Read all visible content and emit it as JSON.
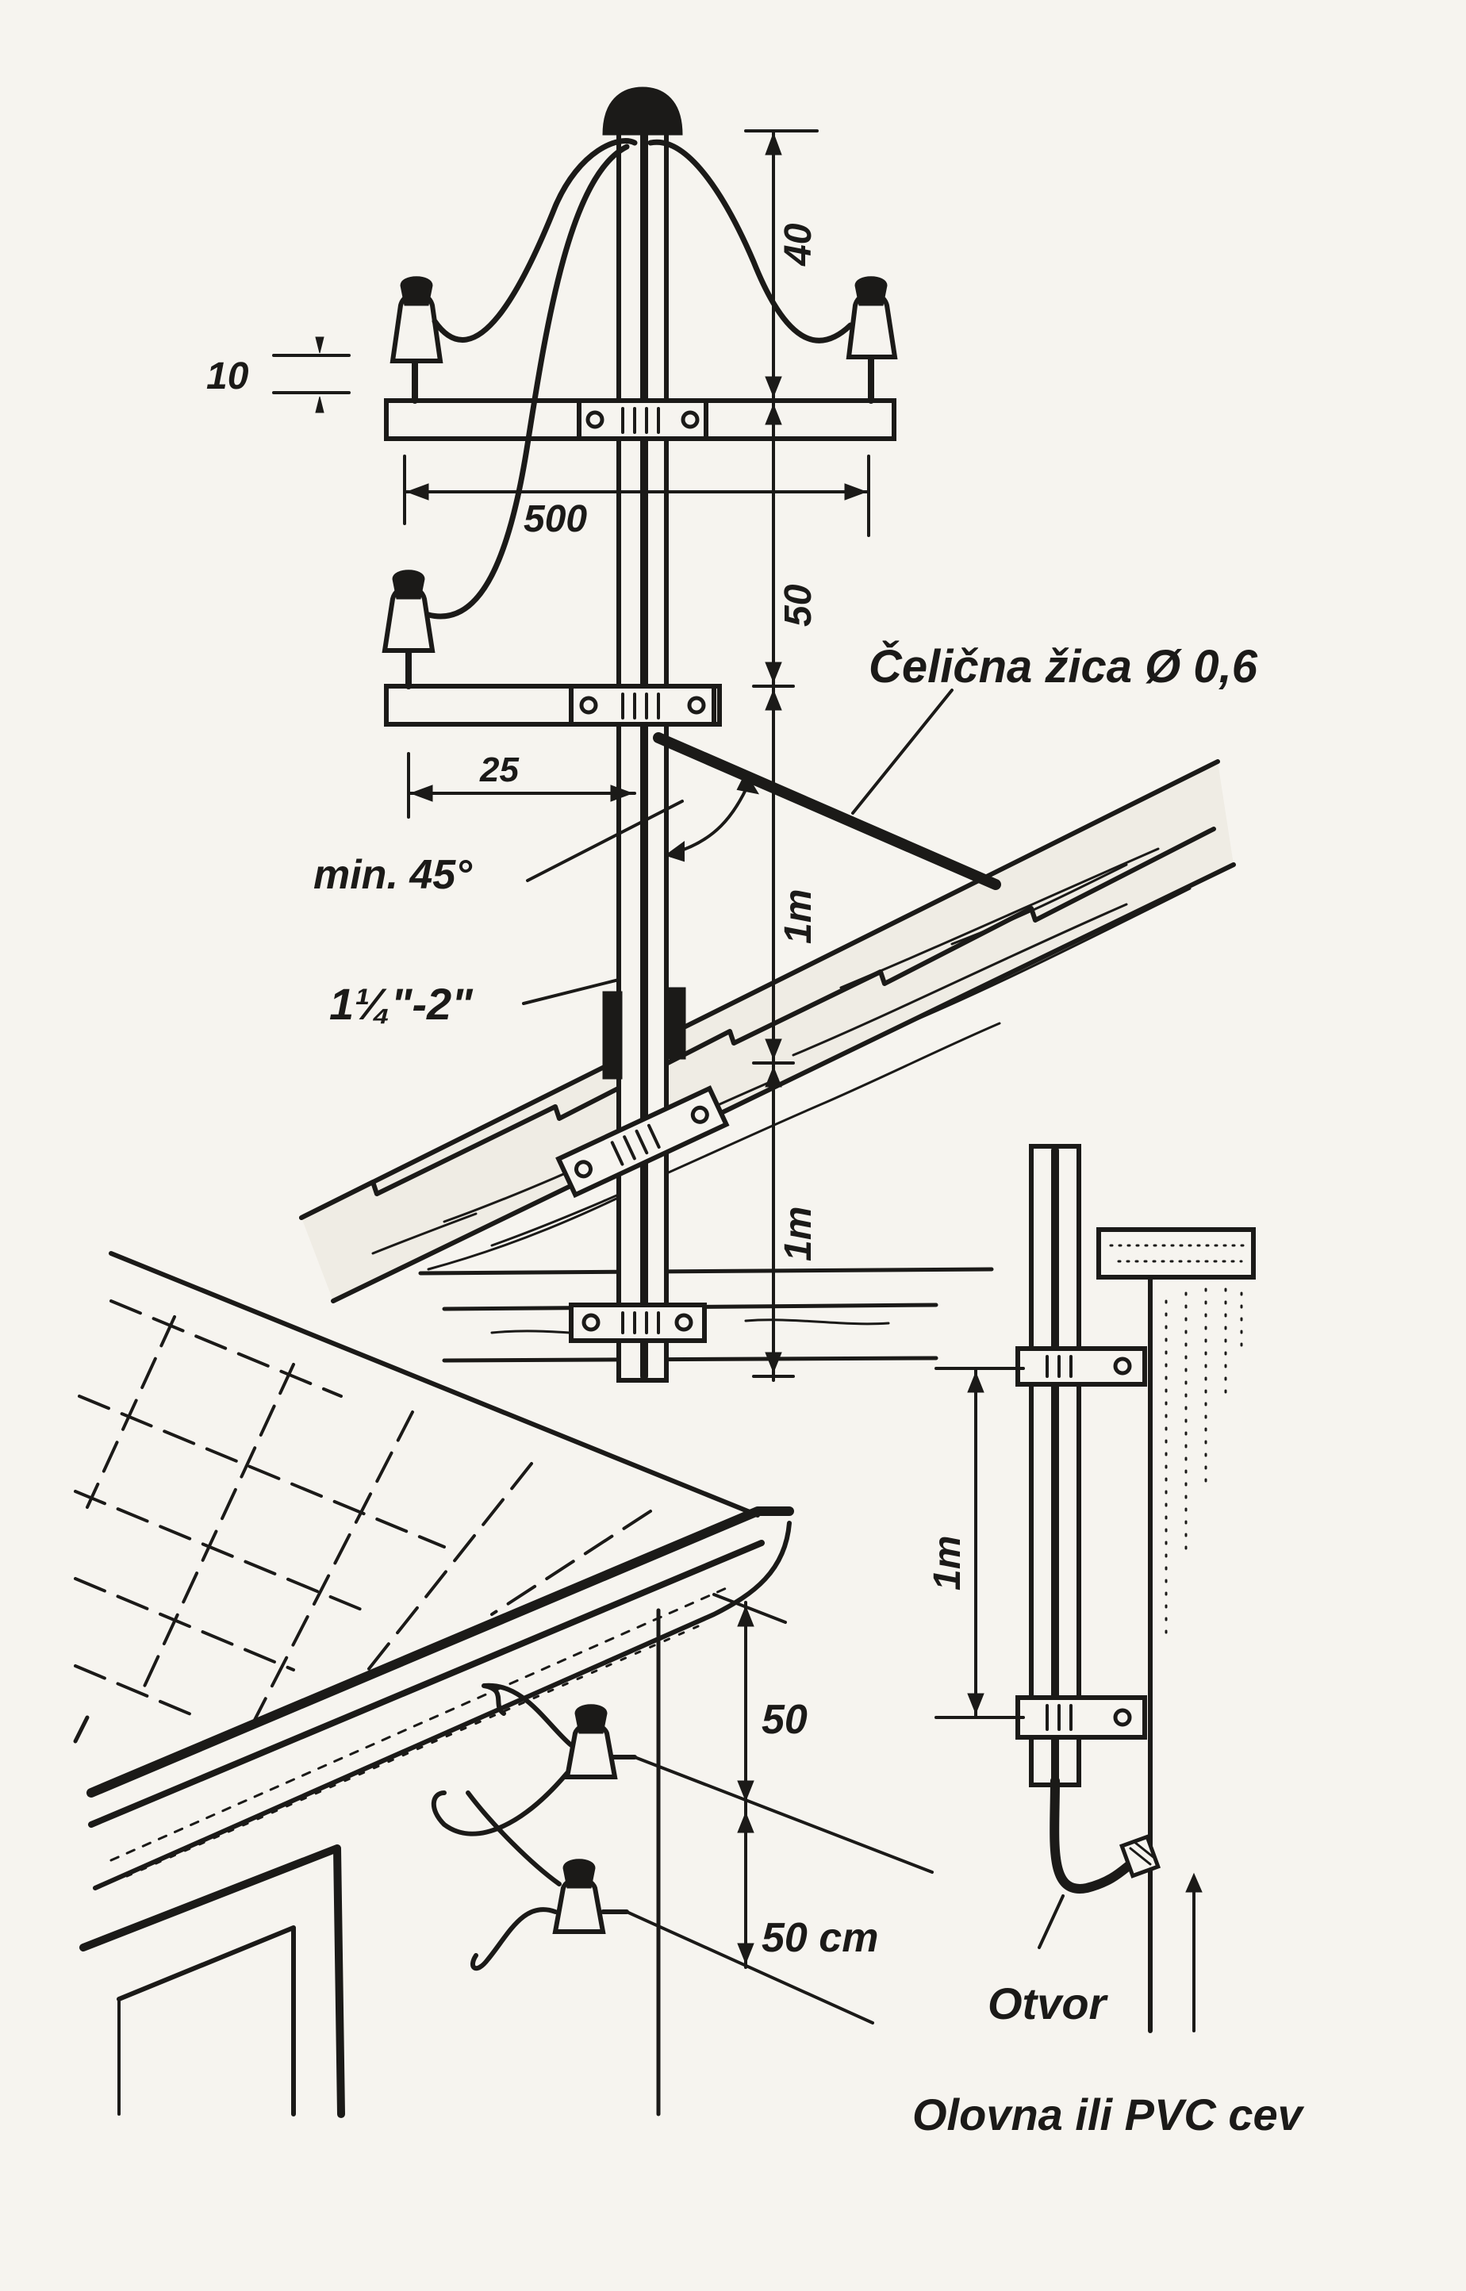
{
  "labels": {
    "steel_wire": "Čelična žica Ø 0,6",
    "dim_40": "40",
    "dim_10": "10",
    "dim_500": "500",
    "dim_50_upper": "50",
    "dim_25": "25",
    "min_angle": "min. 45°",
    "pipe_size": "1¼\"-2\"",
    "dim_1m_upper": "1m",
    "dim_1m_lower": "1m",
    "dim_1m_side": "1m",
    "dim_50_wall": "50",
    "dim_50cm_wall": "50 cm",
    "hole": "Otvor",
    "conduit": "Olovna ili PVC cev"
  }
}
